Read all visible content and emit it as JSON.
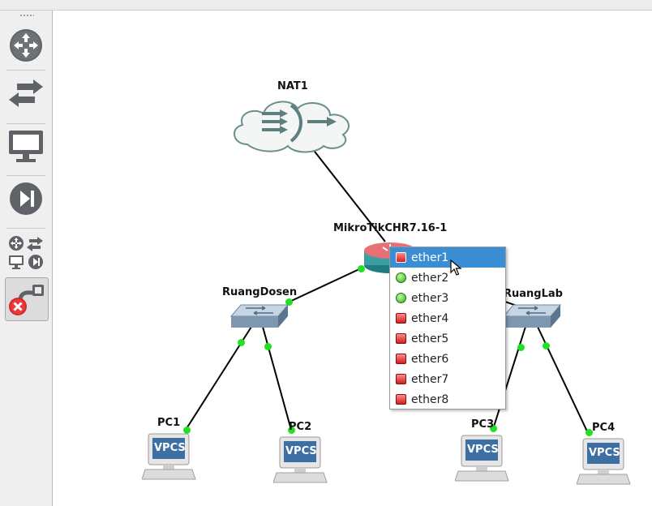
{
  "topology": {
    "cloud": {
      "name": "NAT1"
    },
    "router": {
      "name": "MikroTikCHR7.16-1"
    },
    "switches": [
      {
        "name": "RuangDosen"
      },
      {
        "name": "RuangLab"
      }
    ],
    "pcs": [
      {
        "name": "PC1",
        "badge": "VPCS"
      },
      {
        "name": "PC2",
        "badge": "VPCS"
      },
      {
        "name": "PC3",
        "badge": "VPCS"
      },
      {
        "name": "PC4",
        "badge": "VPCS"
      }
    ]
  },
  "port_menu": {
    "selected": "ether1",
    "items": [
      {
        "label": "ether1",
        "status": "down"
      },
      {
        "label": "ether2",
        "status": "up"
      },
      {
        "label": "ether3",
        "status": "up"
      },
      {
        "label": "ether4",
        "status": "down"
      },
      {
        "label": "ether5",
        "status": "down"
      },
      {
        "label": "ether6",
        "status": "down"
      },
      {
        "label": "ether7",
        "status": "down"
      },
      {
        "label": "ether8",
        "status": "down"
      }
    ]
  },
  "toolbar": {
    "tools": [
      "routers-icon",
      "switches-icon",
      "end-devices-icon",
      "security-devices-icon",
      "all-devices-icon",
      "add-link-icon"
    ],
    "active_tool": "add-link-icon"
  },
  "colors": {
    "link_up": "#22e022",
    "menu_highlight": "#3b8ed3",
    "port_down": "#d21e1e",
    "port_up": "#3aa622"
  }
}
